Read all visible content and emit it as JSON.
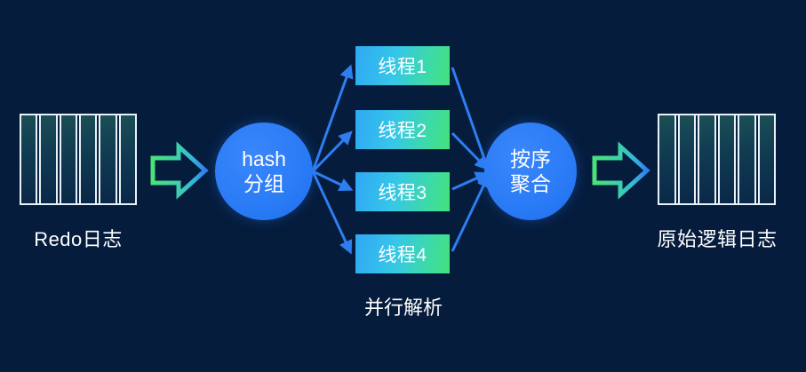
{
  "diagram": {
    "title_text": "",
    "background_color": "#051c3c",
    "accent_blue": "#2b7cf6",
    "accent_green": "#45e07c",
    "accent_cyan": "#2fa8f5",
    "text_color": "#ffffff"
  },
  "input": {
    "caption": "Redo日志",
    "column_count": 6,
    "icon": "log-stack-icon"
  },
  "output": {
    "caption": "原始逻辑日志",
    "column_count": 6,
    "icon": "log-stack-icon"
  },
  "arrows": {
    "left_flow_icon": "green-right-arrow-icon",
    "right_flow_icon": "green-right-arrow-icon"
  },
  "nodes": {
    "hash": {
      "line1": "hash",
      "line2": "分组"
    },
    "merge": {
      "line1": "按序",
      "line2": "聚合"
    }
  },
  "threads": [
    {
      "label": "线程1"
    },
    {
      "label": "线程2"
    },
    {
      "label": "线程3"
    },
    {
      "label": "线程4"
    }
  ],
  "bottom_label": {
    "text": "并行解析"
  }
}
